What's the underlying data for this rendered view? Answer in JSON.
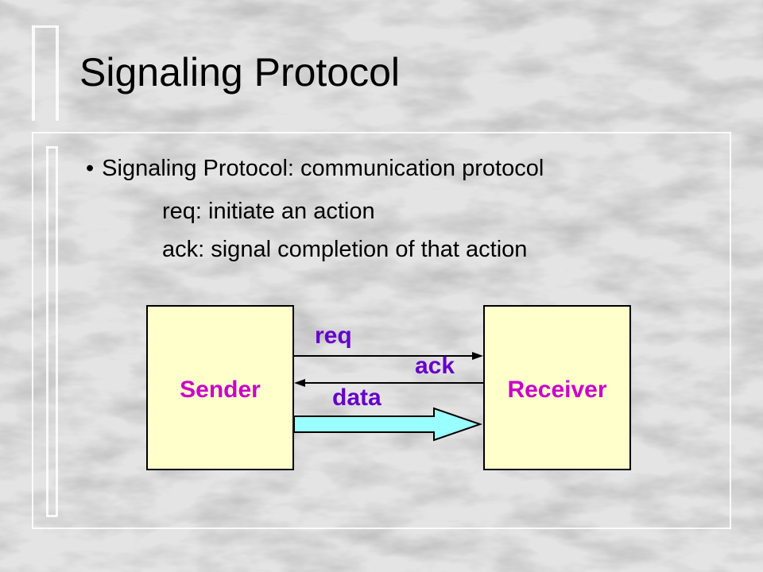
{
  "slide": {
    "title": "Signaling Protocol",
    "bullet": {
      "marker": "•",
      "text": "Signaling Protocol: communication protocol"
    },
    "sub_items": [
      "req: initiate an action",
      "ack: signal completion of that action"
    ]
  },
  "diagram": {
    "sender_label": "Sender",
    "receiver_label": "Receiver",
    "req_label": "req",
    "ack_label": "ack",
    "data_label": "data"
  },
  "colors": {
    "box_fill": "#ffffcc",
    "box_label": "#cc00cc",
    "signal_label": "#6600cc",
    "data_arrow_fill": "#99ffff",
    "background": "#d9d9d9"
  }
}
